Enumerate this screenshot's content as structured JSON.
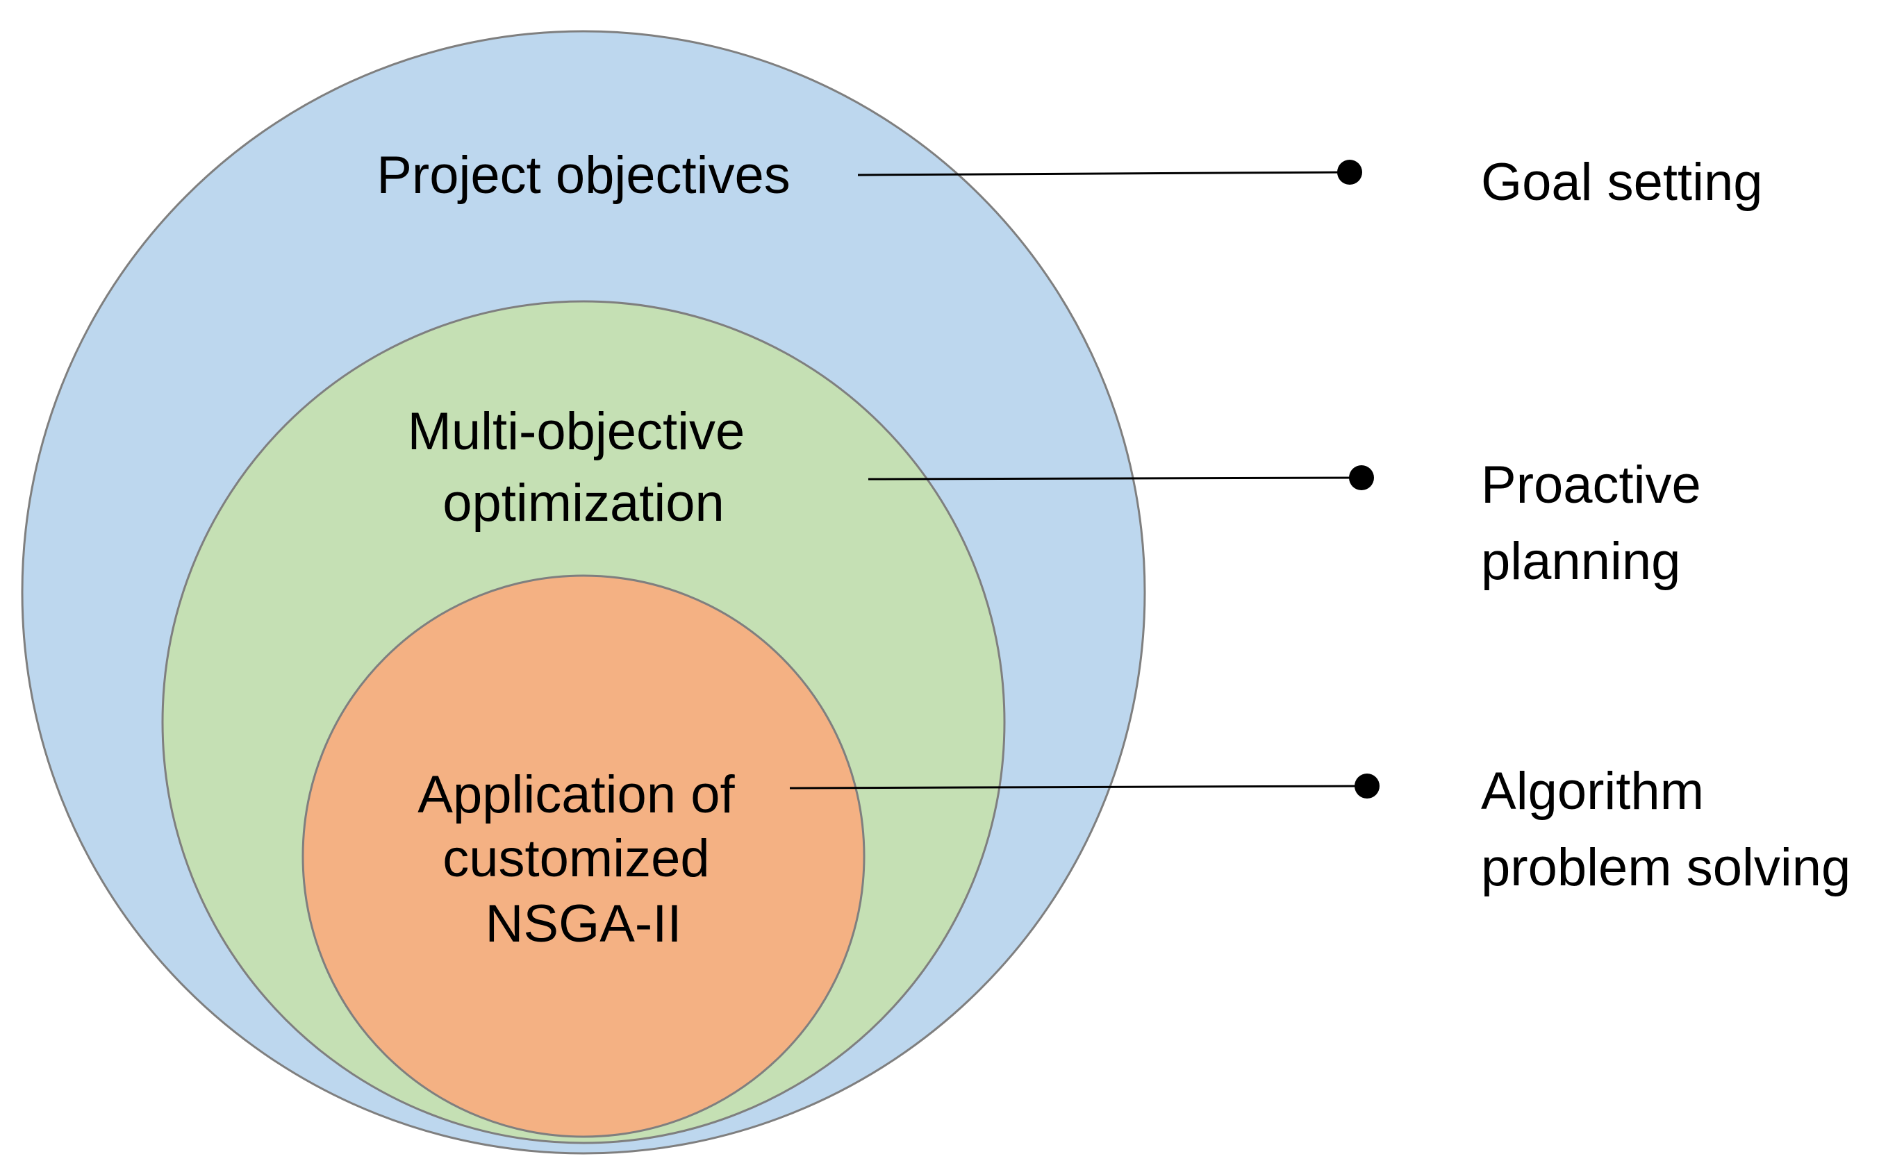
{
  "colors": {
    "outer_fill": "#bdd7ee",
    "middle_fill": "#c5e0b4",
    "inner_fill": "#f4b183",
    "circle_stroke": "#7f7f7f",
    "connector": "#000000",
    "background": "#ffffff"
  },
  "circles": {
    "outer": {
      "lines": [
        "Project objectives"
      ]
    },
    "middle": {
      "lines": [
        "Multi-objective",
        "optimization"
      ]
    },
    "inner": {
      "lines": [
        "Application of",
        "customized",
        "NSGA-II"
      ]
    }
  },
  "stages": [
    {
      "lines": [
        "Goal setting"
      ]
    },
    {
      "lines": [
        "Proactive",
        "planning"
      ]
    },
    {
      "lines": [
        "Algorithm",
        "problem solving"
      ]
    }
  ]
}
